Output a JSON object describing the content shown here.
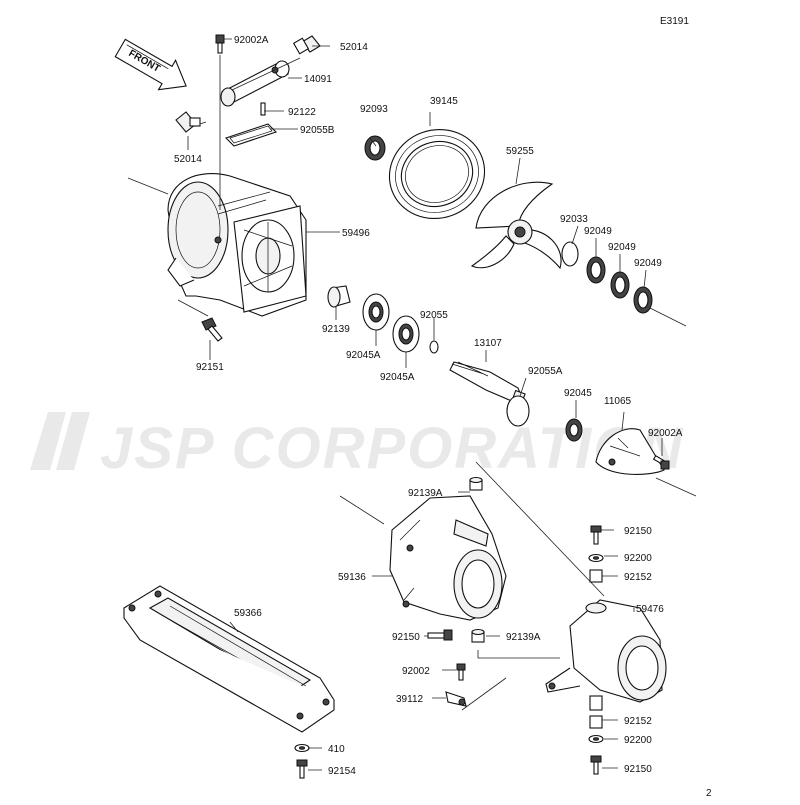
{
  "diagram_code": "E3191",
  "front_label": "FRONT",
  "watermark": "JSP CORPORATION",
  "corner_mark": "2",
  "callouts": {
    "c92002A_top": "92002A",
    "c52014_top": "52014",
    "c14091": "14091",
    "c92122": "92122",
    "c92055B": "92055B",
    "c52014_left": "52014",
    "c92093": "92093",
    "c39145": "39145",
    "c59255": "59255",
    "c92033": "92033",
    "c92049_a": "92049",
    "c92049_b": "92049",
    "c92049_c": "92049",
    "c59496": "59496",
    "c92151": "92151",
    "c92139": "92139",
    "c92045A_a": "92045A",
    "c92055": "92055",
    "c92045A_b": "92045A",
    "c13107": "13107",
    "c92055A": "92055A",
    "c92045": "92045",
    "c11065": "11065",
    "c92002A_right": "92002A",
    "c92139A_top": "92139A",
    "c92150_a": "92150",
    "c92200_a": "92200",
    "c92152_a": "92152",
    "c59136": "59136",
    "c59476": "59476",
    "c92150_b": "92150",
    "c92139A_b": "92139A",
    "c92002": "92002",
    "c39112": "39112",
    "c92152_b": "92152",
    "c92200_b": "92200",
    "c92150_c": "92150",
    "c59366": "59366",
    "c410": "410",
    "c92154": "92154"
  }
}
